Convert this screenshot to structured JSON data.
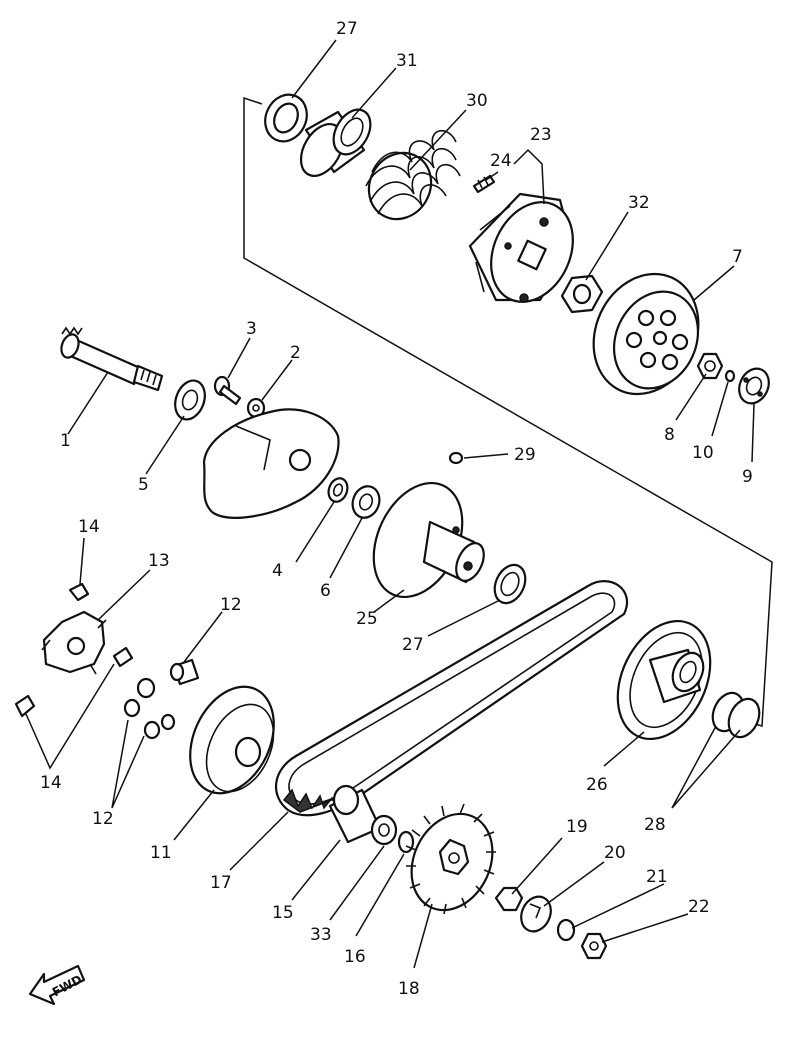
{
  "diagram": {
    "direction_label": "FWD",
    "callouts": {
      "c27a": "27",
      "c31": "31",
      "c30": "30",
      "c23": "23",
      "c24": "24",
      "c32": "32",
      "c7": "7",
      "c8": "8",
      "c10": "10",
      "c9": "9",
      "c3": "3",
      "c2": "2",
      "c1": "1",
      "c5": "5",
      "c29": "29",
      "c4": "4",
      "c6": "6",
      "c25": "25",
      "c27b": "27",
      "c14a": "14",
      "c13": "13",
      "c12a": "12",
      "c14b": "14",
      "c12b": "12",
      "c11": "11",
      "c17": "17",
      "c26": "26",
      "c28": "28",
      "c15": "15",
      "c33": "33",
      "c16": "16",
      "c18": "18",
      "c19": "19",
      "c20": "20",
      "c21": "21",
      "c22": "22"
    }
  }
}
